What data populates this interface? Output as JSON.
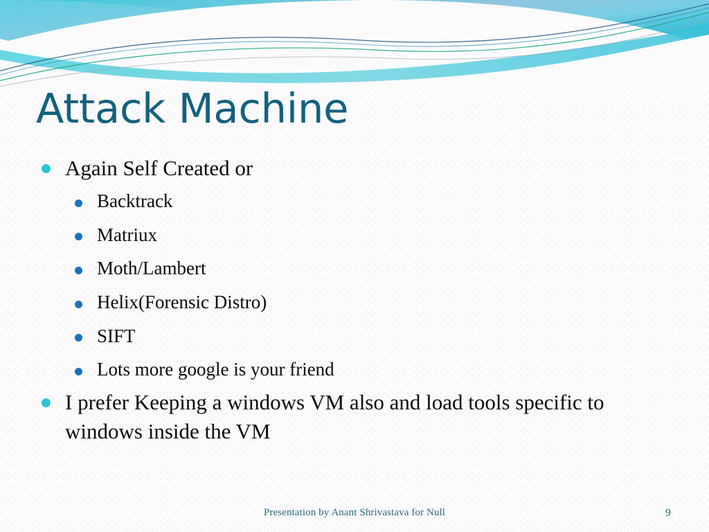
{
  "slide": {
    "title": "Attack Machine",
    "theme_colors": {
      "title": "#13617c",
      "body_text": "#0b0b0b",
      "level1_bullet": "#2ec4d4",
      "level2_bullet": "#1f6fc0",
      "footer": "#2f6a7c",
      "wave_light": "#a9e4ee",
      "wave_mid": "#5ec8dd",
      "wave_blue": "#7fb9dd",
      "wave_teal": "#3fc6d9",
      "accent_green": "#17a67e",
      "accent_darkblue": "#1b4f7a",
      "accent_gray": "#9aa3ac",
      "background": "#fbfbfc"
    },
    "content": [
      {
        "level": 1,
        "text": "Again Self Created or",
        "children": [
          {
            "level": 2,
            "text": "Backtrack"
          },
          {
            "level": 2,
            "text": "Matriux"
          },
          {
            "level": 2,
            "text": "Moth/Lambert"
          },
          {
            "level": 2,
            "text": "Helix(Forensic Distro)"
          },
          {
            "level": 2,
            "text": "SIFT"
          },
          {
            "level": 2,
            "text": "Lots more google is your friend"
          }
        ]
      },
      {
        "level": 1,
        "text": "I prefer Keeping a windows VM also and load tools specific to windows inside the VM",
        "children": []
      }
    ],
    "footer": {
      "text": "Presentation by Anant Shrivastava for Null",
      "slide_number": "9"
    }
  }
}
